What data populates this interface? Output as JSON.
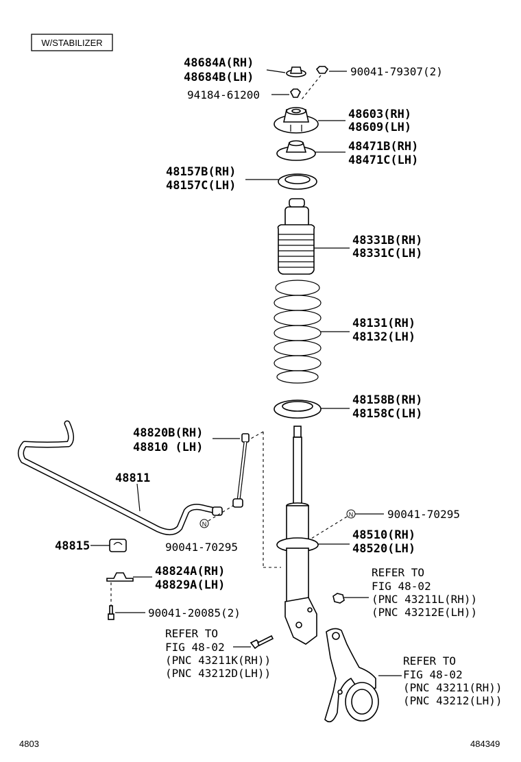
{
  "tag": "W/STABILIZER",
  "parts": {
    "p48684A": "48684A(RH)",
    "p48684B": "48684B(LH)",
    "p90041_79307": "90041-79307(2)",
    "p94184": "94184-61200",
    "p48603": "48603(RH)",
    "p48609": "48609(LH)",
    "p48471B": "48471B(RH)",
    "p48471C": "48471C(LH)",
    "p48157B": "48157B(RH)",
    "p48157C": "48157C(LH)",
    "p48331B": "48331B(RH)",
    "p48331C": "48331C(LH)",
    "p48131": "48131(RH)",
    "p48132": "48132(LH)",
    "p48158B": "48158B(RH)",
    "p48158C": "48158C(LH)",
    "p48820B": "48820B(RH)",
    "p48810": "48810 (LH)",
    "p48811": "48811",
    "p90041_70295a": "90041-70295",
    "p90041_70295b": "90041-70295",
    "p48510": "48510(RH)",
    "p48520": "48520(LH)",
    "p48815": "48815",
    "p48824A": "48824A(RH)",
    "p48829A": "48829A(LH)",
    "p90041_20085": "90041-20085(2)"
  },
  "refs": {
    "r1_l1": "REFER TO",
    "r1_l2": "FIG 48-02",
    "r1_l3": "(PNC 43211L(RH))",
    "r1_l4": "(PNC 43212E(LH))",
    "r2_l1": "REFER TO",
    "r2_l2": "FIG 48-02",
    "r2_l3": "(PNC 43211K(RH))",
    "r2_l4": "(PNC 43212D(LH))",
    "r3_l1": "REFER TO",
    "r3_l2": "FIG 48-02",
    "r3_l3": "(PNC 43211(RH))",
    "r3_l4": "(PNC 43212(LH))"
  },
  "nut_marker": "N",
  "footer": {
    "left": "4803",
    "right": "484349"
  }
}
